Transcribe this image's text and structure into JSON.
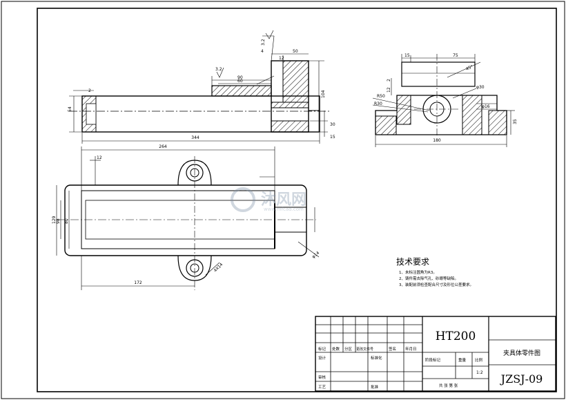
{
  "material": "HT200",
  "drawing_title": "夹具体零件图",
  "drawing_number": "JZSJ-09",
  "scale": "1:2",
  "watermark": {
    "brand": "沐风网",
    "url": "www.mfcad.com"
  },
  "tech_requirements": {
    "heading": "技术要求",
    "items": [
      "1、未标注圆角为R3。",
      "2、铸件需去除气孔、砂眼等缺陷。",
      "3、装配前须检查配合尺寸及形位公差要求。"
    ]
  },
  "title_block": {
    "row_labels": [
      "标记",
      "处数",
      "分区",
      "更改文件号",
      "签名",
      "年月日"
    ],
    "design": "设计",
    "standardization": "标准化",
    "stage_mark": "阶段标记",
    "weight": "重量",
    "scale_label": "比例",
    "review": "审核",
    "process": "工艺",
    "approve": "批准",
    "sheet_info": "共  张 第  张"
  },
  "dimensions": {
    "front_overall_length": "344",
    "front_height": "104",
    "front_right_width": "50",
    "front_groove": "60",
    "front_groove_inner": "90",
    "front_left_dia": "54",
    "front_roughness_a": "3.2",
    "front_roughness_b": "3.2",
    "front_small_a": "4",
    "front_small_b": "12",
    "front_small_c": "2",
    "front_bottom_a": "30",
    "front_bottom_b": "15",
    "top_length": "264",
    "top_length_b": "172",
    "top_width_a": "129",
    "top_width_b": "98",
    "top_width_c": "80",
    "top_left_small": "12",
    "top_hole": "4X14",
    "top_hole_dia": "φ14",
    "side_width": "180",
    "side_top_width": "75",
    "side_top_small": "15",
    "side_chamfer": "45°",
    "side_dia_a": "φ30",
    "side_dia_b": "φ16",
    "side_left_a": "R50",
    "side_left_b": "R30",
    "side_height": "35",
    "side_height_b": "12",
    "side_small": "2"
  }
}
